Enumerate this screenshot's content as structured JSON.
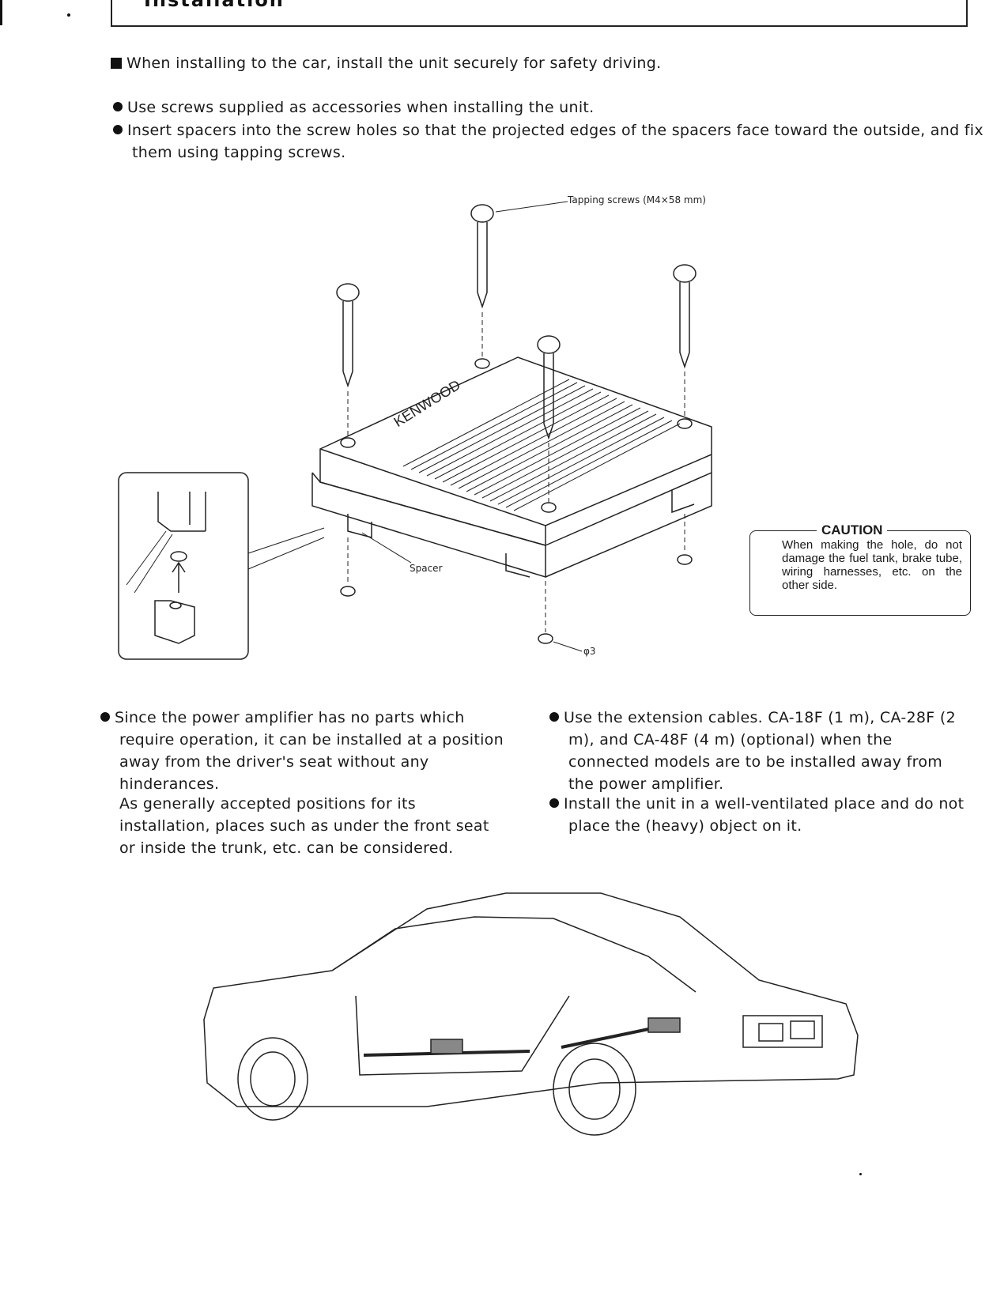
{
  "header": {
    "title": "Installation"
  },
  "intro": "When installing to the car, install the unit securely for safety driving.",
  "bullets_top": [
    "Use screws supplied as accessories when installing the unit.",
    "Insert spacers into the screw holes so that the projected edges of the spacers face toward the outside, and fix them using tapping screws."
  ],
  "figure": {
    "tapping_screws": "Tapping screws (M4×58 mm)",
    "spacer": "Spacer",
    "hole": "φ3",
    "brand": "KENWOOD"
  },
  "caution": {
    "title": "CAUTION",
    "text": "When making the hole, do not damage the fuel tank, brake tube, wiring harnesses, etc. on the other side."
  },
  "left_col": {
    "p1": "Since the power amplifier has no parts which require operation, it can be installed at a position away from the driver's seat without any hinderances.",
    "p2": "As generally accepted positions for its installation, places such as under the front seat or inside the trunk, etc. can be considered."
  },
  "right_col": {
    "b1": "Use the extension cables. CA-18F (1 m), CA-28F (2 m), and CA-48F (4 m) (optional) when the connected models are to be installed away from the power amplifier.",
    "b2": "Install the unit in a well-ventilated place and do not place the (heavy) object on it."
  }
}
